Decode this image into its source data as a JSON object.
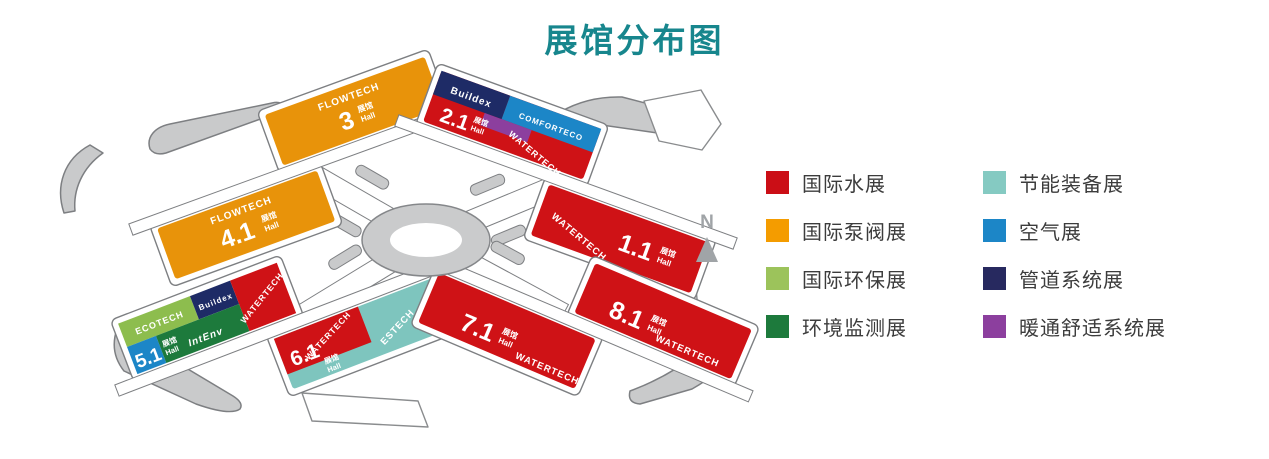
{
  "title": "展馆分布图",
  "compass_label": "N",
  "colors": {
    "title": "#17868d",
    "water_red": "#cf1216",
    "pump_orange": "#e8930a",
    "eco_green": "#8dbd4e",
    "monitor_green": "#1d7a3c",
    "energy_teal": "#7ec5be",
    "air_blue": "#1c86c7",
    "pipe_navy": "#1e2b66",
    "hvac_purple": "#8c3f9e"
  },
  "legend": {
    "left": [
      {
        "label": "国际水展",
        "color": "#cb0e16"
      },
      {
        "label": "国际泵阀展",
        "color": "#f49c00"
      },
      {
        "label": "国际环保展",
        "color": "#9cc35b"
      },
      {
        "label": "环境监测展",
        "color": "#1d7a3c"
      }
    ],
    "right": [
      {
        "label": "节能装备展",
        "color": "#85cac2"
      },
      {
        "label": "空气展",
        "color": "#1c86c7"
      },
      {
        "label": "管道系统展",
        "color": "#27295f"
      },
      {
        "label": "暖通舒适系统展",
        "color": "#8c3f9e"
      }
    ]
  },
  "halls": {
    "h3": {
      "number": "3",
      "unit_cn": "展馆",
      "unit_en": "Hall",
      "brand": "FLOWTECH"
    },
    "h41": {
      "number": "4.1",
      "unit_cn": "展馆",
      "unit_en": "Hall",
      "brand": "FLOWTECH"
    },
    "h21": {
      "number": "2.1",
      "unit_cn": "展馆",
      "unit_en": "Hall",
      "brand": "WATERTECH",
      "brand2": "Buildex",
      "brand3": "COMFORTECO"
    },
    "h11": {
      "number": "1.1",
      "unit_cn": "展馆",
      "unit_en": "Hall",
      "brand": "WATERTECH"
    },
    "h51": {
      "number": "5.1",
      "unit_cn": "展馆",
      "unit_en": "Hall",
      "brand": "WATERTECH",
      "brand2": "ECOTECH",
      "brand3": "IntEnv",
      "brand4": "Buildex"
    },
    "h61": {
      "number": "6.1",
      "unit_cn": "展馆",
      "unit_en": "Hall",
      "brand": "WATERTECH",
      "brand2": "ESTECH"
    },
    "h71": {
      "number": "7.1",
      "unit_cn": "展馆",
      "unit_en": "Hall",
      "brand": "WATERTECH"
    },
    "h81": {
      "number": "8.1",
      "unit_cn": "展馆",
      "unit_en": "Hall",
      "brand": "WATERTECH"
    }
  }
}
